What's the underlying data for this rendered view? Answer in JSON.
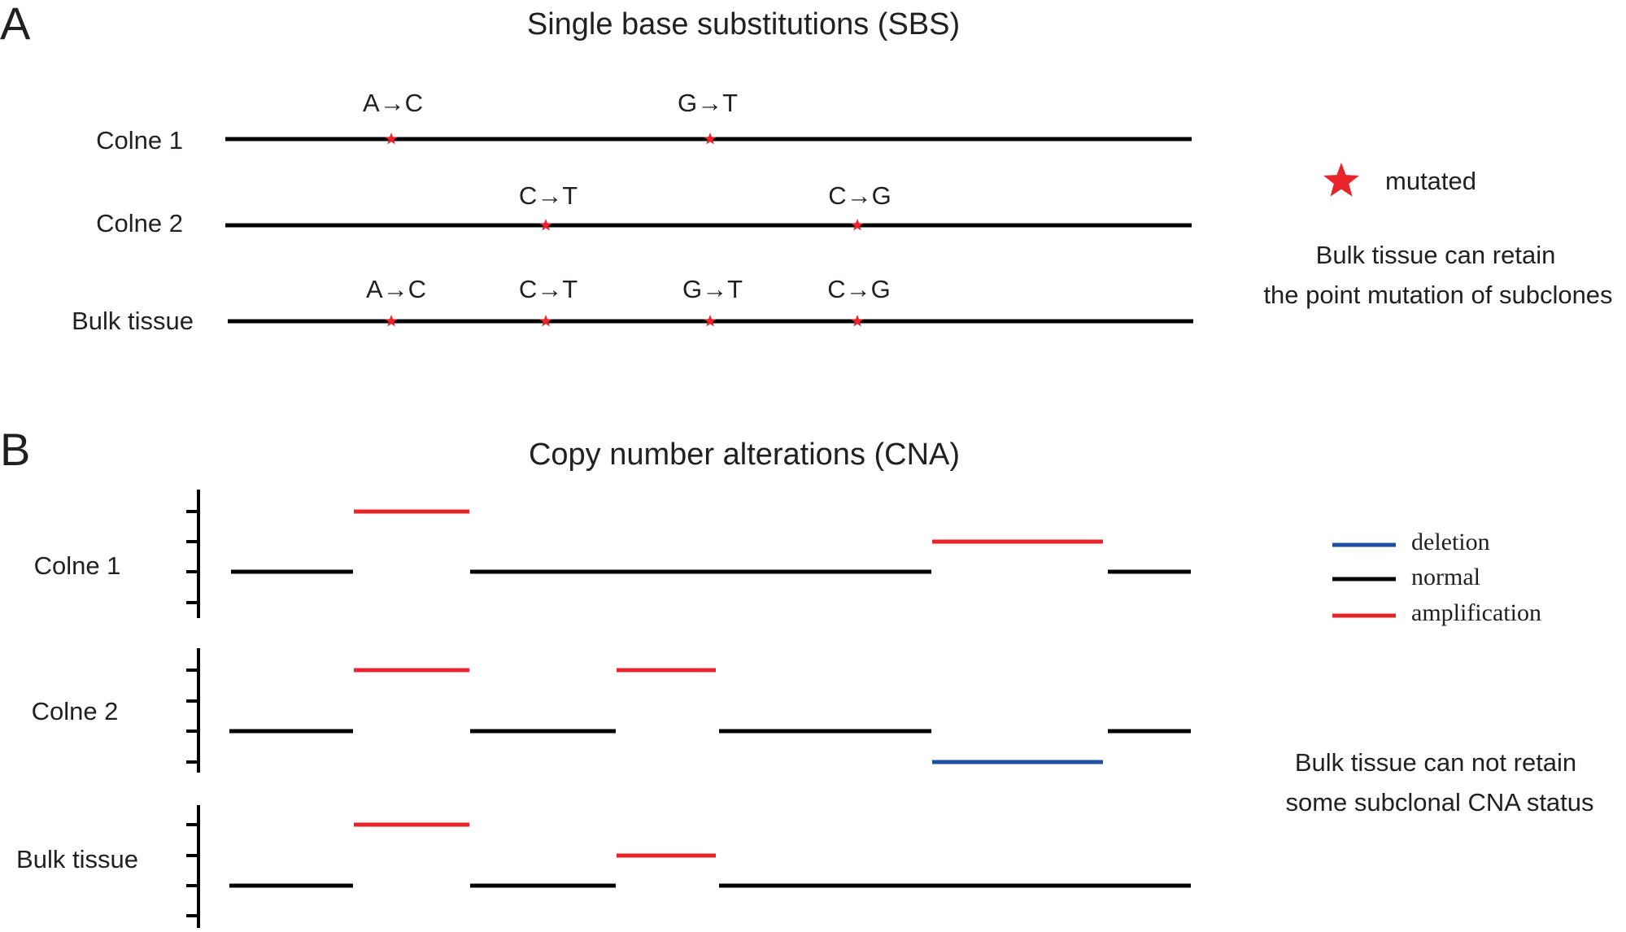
{
  "colors": {
    "normal": "#000000",
    "amplification": "#e8232a",
    "deletion": "#1f4fa3",
    "mutation_star": "#e8232a",
    "text": "#231f20"
  },
  "panel_a": {
    "letter": "A",
    "title": "Single base substitutions (SBS)",
    "tracks": [
      {
        "label": "Colne 1",
        "mutations": [
          "A→C",
          "G→T"
        ]
      },
      {
        "label": "Colne 2",
        "mutations": [
          "C→T",
          "C→G"
        ]
      },
      {
        "label": "Bulk tissue",
        "mutations": [
          "A→C",
          "C→T",
          "G→T",
          "C→G"
        ]
      }
    ],
    "legend": {
      "marker": "star-icon",
      "label": "mutated"
    },
    "note_line1": "Bulk tissue can retain",
    "note_line2": "the point mutation of subclones"
  },
  "panel_b": {
    "letter": "B",
    "title": "Copy number alterations (CNA)",
    "tracks": [
      {
        "label": "Colne 1",
        "segments": [
          {
            "state": "normal"
          },
          {
            "state": "amplification",
            "level": 2
          },
          {
            "state": "normal"
          },
          {
            "state": "amplification",
            "level": 1
          },
          {
            "state": "normal"
          }
        ]
      },
      {
        "label": "Colne 2",
        "segments": [
          {
            "state": "normal"
          },
          {
            "state": "amplification",
            "level": 2
          },
          {
            "state": "normal"
          },
          {
            "state": "amplification",
            "level": 2
          },
          {
            "state": "normal"
          },
          {
            "state": "deletion",
            "level": -1
          },
          {
            "state": "normal"
          }
        ]
      },
      {
        "label": "Bulk tissue",
        "segments": [
          {
            "state": "normal"
          },
          {
            "state": "amplification",
            "level": 2
          },
          {
            "state": "normal"
          },
          {
            "state": "amplification",
            "level": 1
          },
          {
            "state": "normal"
          }
        ]
      }
    ],
    "legend": [
      {
        "state": "deletion",
        "label": "deletion"
      },
      {
        "state": "normal",
        "label": "normal"
      },
      {
        "state": "amplification",
        "label": "amplification"
      }
    ],
    "note_line1": "Bulk tissue can not retain",
    "note_line2": "some subclonal CNA status"
  }
}
